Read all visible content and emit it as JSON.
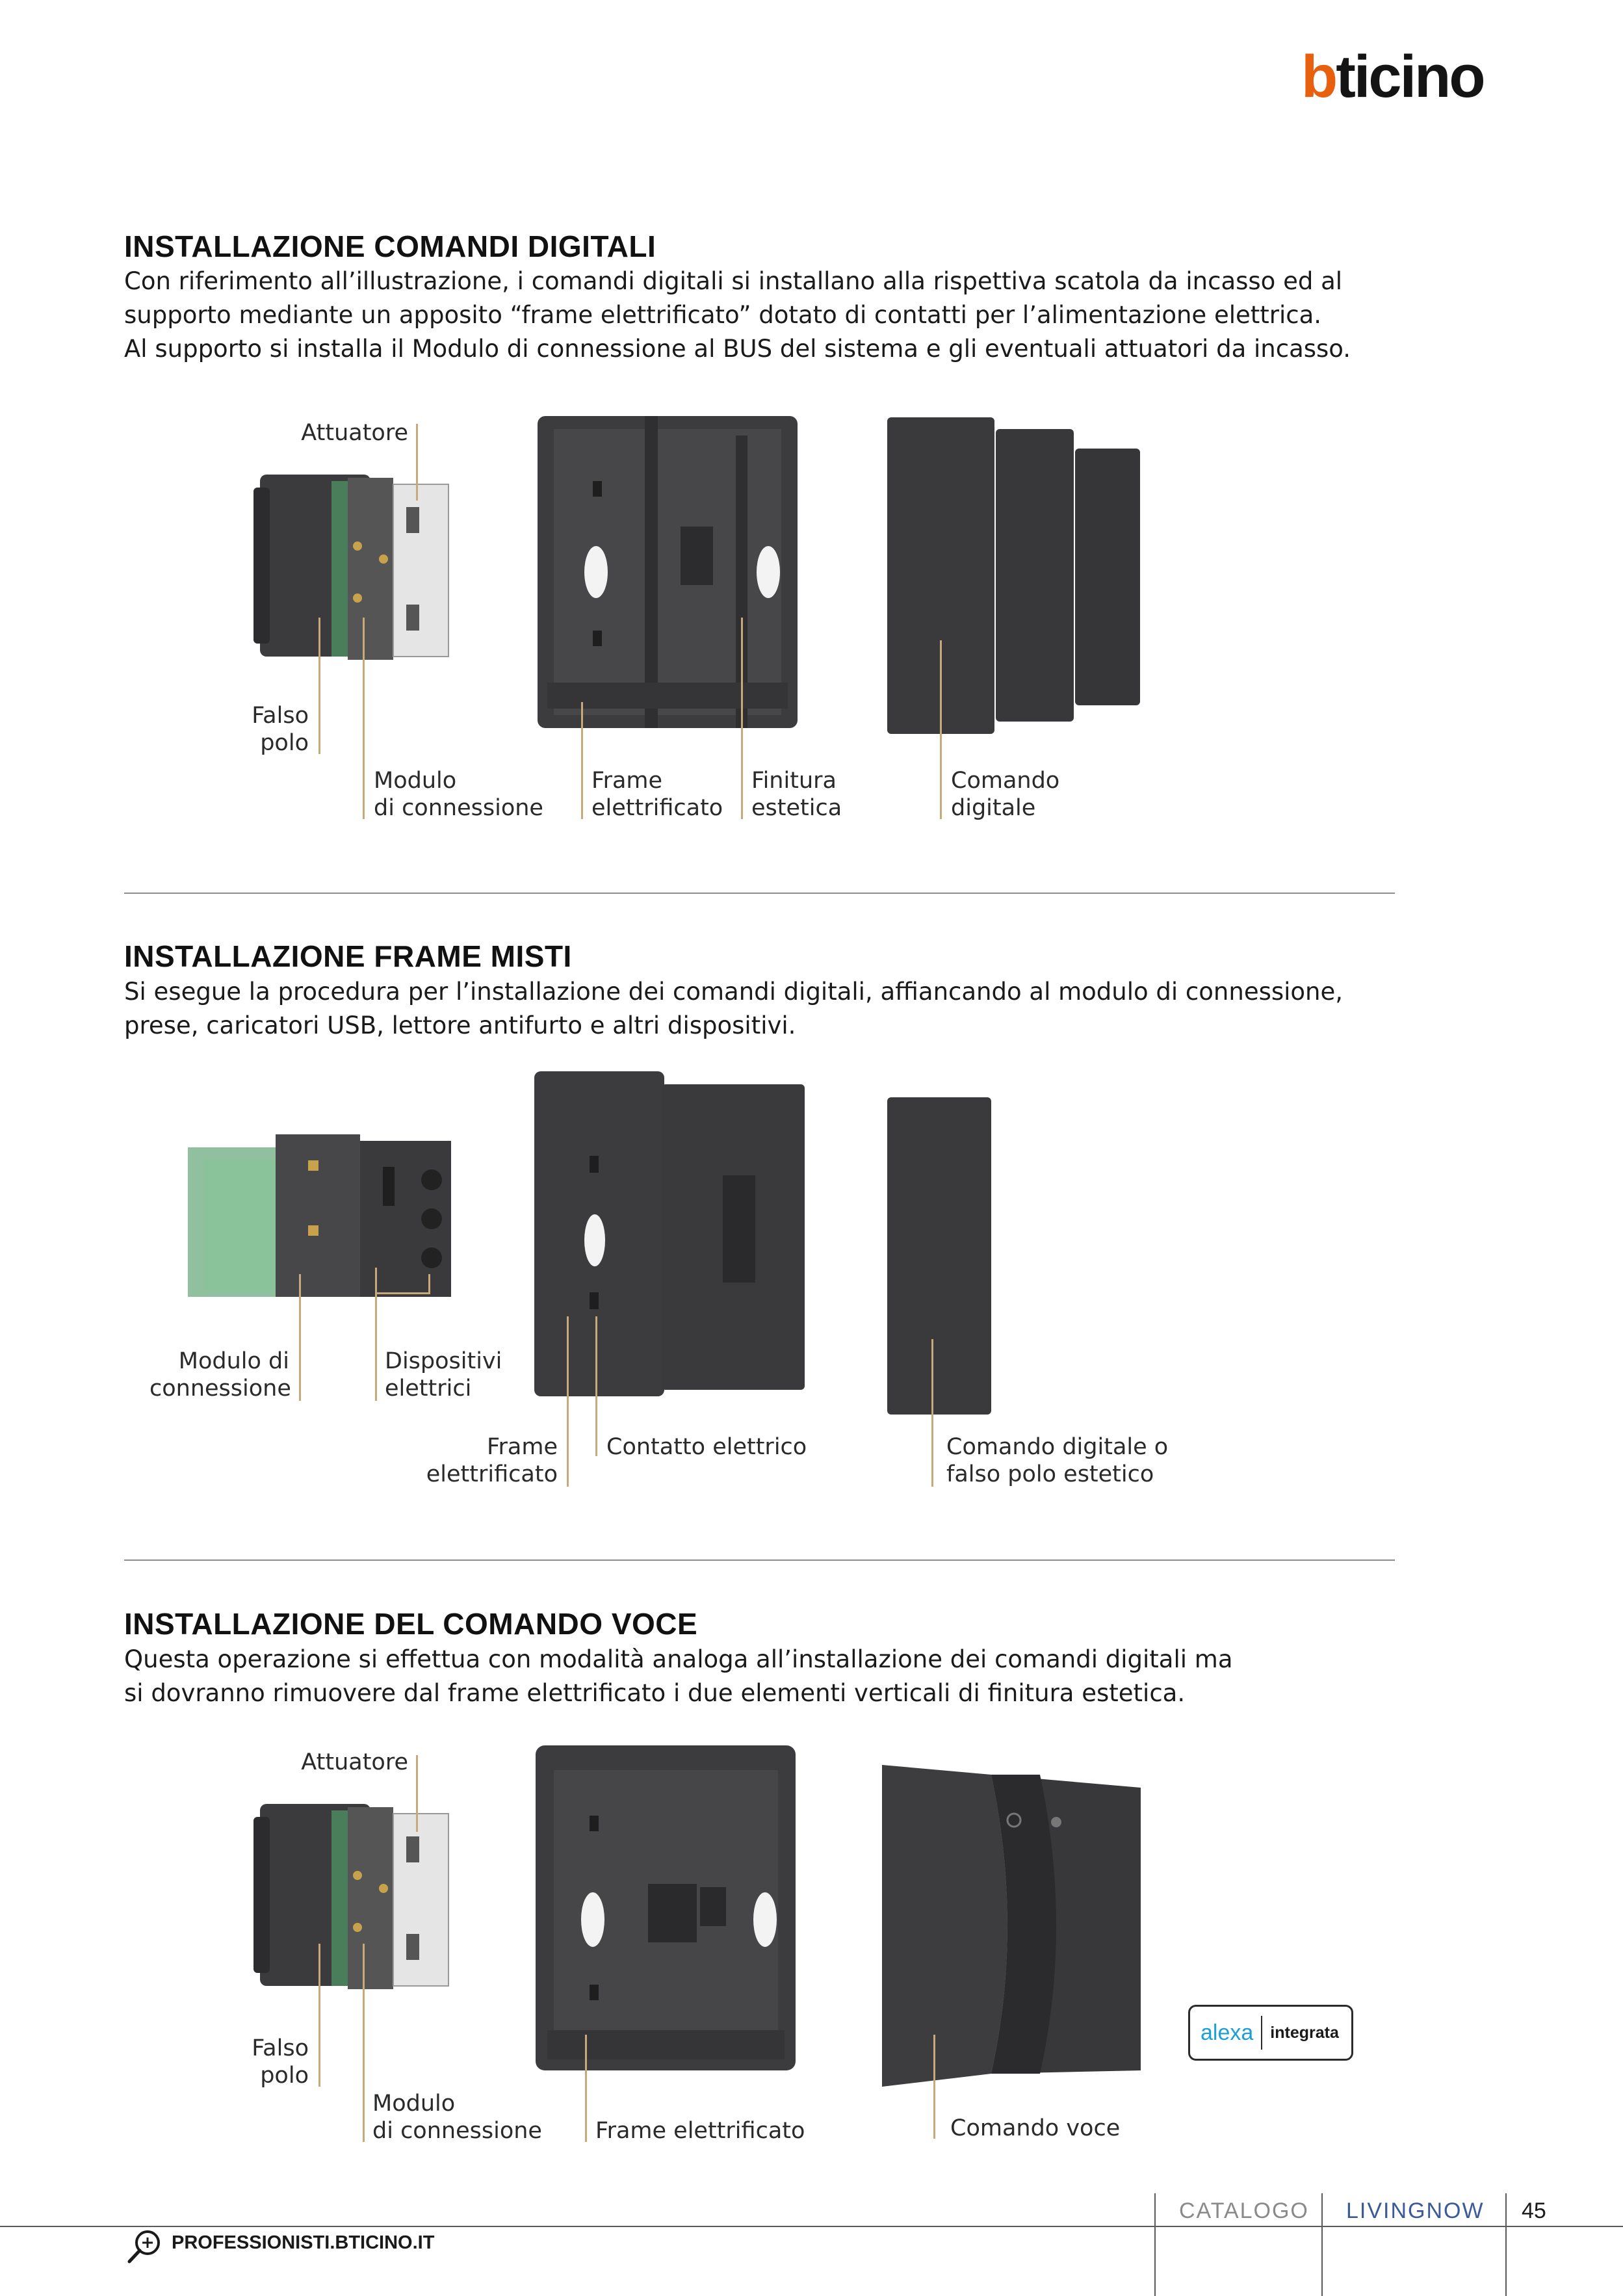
{
  "brand": {
    "logo_b": "b",
    "logo_rest": "ticino"
  },
  "sections": [
    {
      "title": "INSTALLAZIONE COMANDI DIGITALI",
      "lines": [
        "Con riferimento all’illustrazione, i comandi digitali si installano alla rispettiva scatola da incasso ed al",
        "supporto mediante un apposito “frame elettrificato” dotato di contatti per l’alimentazione elettrica.",
        "Al supporto si installa il Modulo di connessione al BUS del sistema e gli eventuali attuatori da incasso."
      ],
      "labels": {
        "attuatore": "Attuatore",
        "falso_polo": [
          "Falso",
          "polo"
        ],
        "modulo": [
          "Modulo",
          "di connessione"
        ],
        "frame": [
          "Frame",
          "elettrificato"
        ],
        "finitura": [
          "Finitura",
          "estetica"
        ],
        "comando": [
          "Comando",
          "digitale"
        ]
      }
    },
    {
      "title": "INSTALLAZIONE FRAME MISTI",
      "lines": [
        "Si esegue la procedura per l’installazione dei comandi digitali, affiancando al modulo di connessione,",
        "prese, caricatori USB, lettore antifurto e altri dispositivi."
      ],
      "labels": {
        "modulo": [
          "Modulo di",
          "connessione"
        ],
        "dispositivi": [
          "Dispositivi",
          "elettrici"
        ],
        "frame": [
          "Frame",
          "elettrificato"
        ],
        "contatto": "Contatto elettrico",
        "comando": [
          "Comando digitale o",
          "falso polo estetico"
        ]
      }
    },
    {
      "title": "INSTALLAZIONE DEL COMANDO VOCE",
      "lines": [
        "Questa operazione si effettua con modalità analoga all’installazione dei comandi digitali ma",
        "si dovranno rimuovere dal frame elettrificato i due elementi verticali di finitura estetica."
      ],
      "labels": {
        "attuatore": "Attuatore",
        "falso_polo": [
          "Falso",
          "polo"
        ],
        "modulo": [
          "Modulo",
          "di connessione"
        ],
        "frame": "Frame elettrificato",
        "comando": "Comando voce"
      },
      "badge": {
        "alexa": "alexa",
        "integrata": "integrata"
      }
    }
  ],
  "footer": {
    "catalogo": "CATALOGO",
    "livingnow": "LIVINGNOW",
    "page": "45",
    "url": "PROFESSIONISTI.BTICINO.IT"
  },
  "colors": {
    "accent": "#e8600e",
    "leader": "#c7a97a",
    "panel": "#3a3a3c",
    "alexa": "#1c9fd8"
  }
}
